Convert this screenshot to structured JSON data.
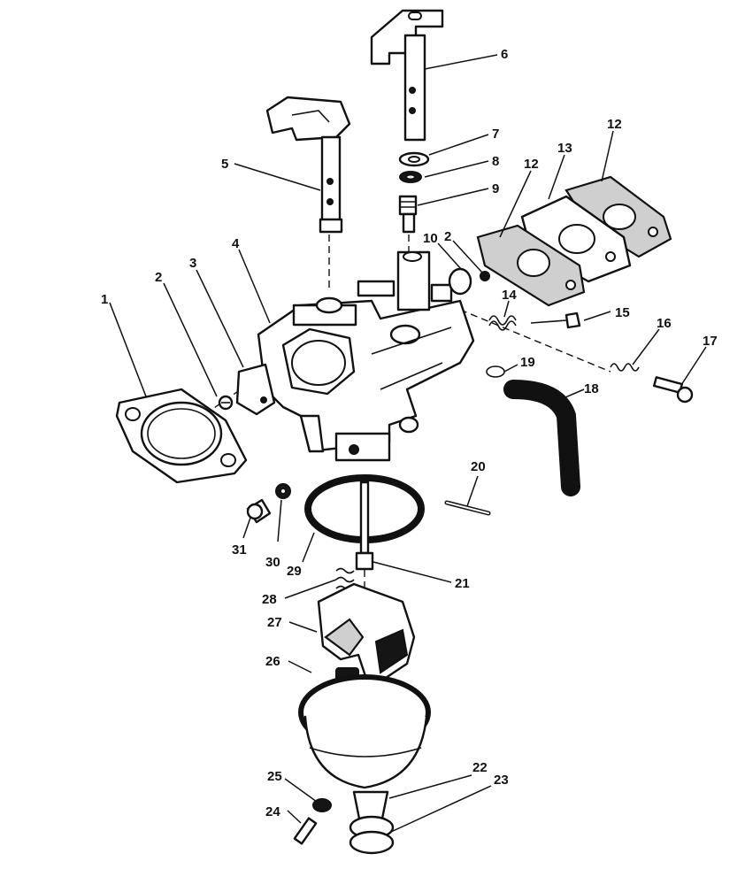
{
  "callouts": [
    {
      "id": "c1",
      "label": "1"
    },
    {
      "id": "c2a",
      "label": "2"
    },
    {
      "id": "c2b",
      "label": "2"
    },
    {
      "id": "c3",
      "label": "3"
    },
    {
      "id": "c4",
      "label": "4"
    },
    {
      "id": "c5",
      "label": "5"
    },
    {
      "id": "c6",
      "label": "6"
    },
    {
      "id": "c7",
      "label": "7"
    },
    {
      "id": "c8",
      "label": "8"
    },
    {
      "id": "c9",
      "label": "9"
    },
    {
      "id": "c10",
      "label": "10"
    },
    {
      "id": "c12a",
      "label": "12"
    },
    {
      "id": "c12b",
      "label": "12"
    },
    {
      "id": "c13",
      "label": "13"
    },
    {
      "id": "c14",
      "label": "14"
    },
    {
      "id": "c15",
      "label": "15"
    },
    {
      "id": "c16",
      "label": "16"
    },
    {
      "id": "c17",
      "label": "17"
    },
    {
      "id": "c18",
      "label": "18"
    },
    {
      "id": "c19",
      "label": "19"
    },
    {
      "id": "c20",
      "label": "20"
    },
    {
      "id": "c21",
      "label": "21"
    },
    {
      "id": "c22",
      "label": "22"
    },
    {
      "id": "c23",
      "label": "23"
    },
    {
      "id": "c24",
      "label": "24"
    },
    {
      "id": "c25",
      "label": "25"
    },
    {
      "id": "c26",
      "label": "26"
    },
    {
      "id": "c27",
      "label": "27"
    },
    {
      "id": "c28",
      "label": "28"
    },
    {
      "id": "c29",
      "label": "29"
    },
    {
      "id": "c30",
      "label": "30"
    },
    {
      "id": "c31",
      "label": "31"
    }
  ]
}
